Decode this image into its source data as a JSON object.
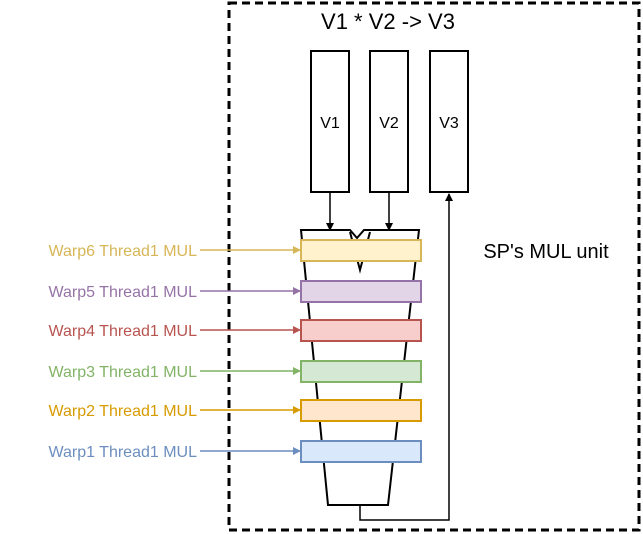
{
  "title": "V1 * V2 -> V3",
  "unit_label": "SP's MUL unit",
  "registers": [
    {
      "label": "V1"
    },
    {
      "label": "V2"
    },
    {
      "label": "V3"
    }
  ],
  "stages": [
    {
      "label": "Warp6 Thread1 MUL",
      "color": "#d6b656",
      "fill": "#fff2cc"
    },
    {
      "label": "Warp5 Thread1 MUL",
      "color": "#9673a6",
      "fill": "#e1d5e7"
    },
    {
      "label": "Warp4 Thread1 MUL",
      "color": "#b85450",
      "fill": "#f8cecc"
    },
    {
      "label": "Warp3 Thread1 MUL",
      "color": "#82b366",
      "fill": "#d5e8d4"
    },
    {
      "label": "Warp2 Thread1 MUL",
      "color": "#d79b00",
      "fill": "#ffe6cc"
    },
    {
      "label": "Warp1 Thread1 MUL",
      "color": "#6c8ebf",
      "fill": "#dae8fc"
    }
  ]
}
